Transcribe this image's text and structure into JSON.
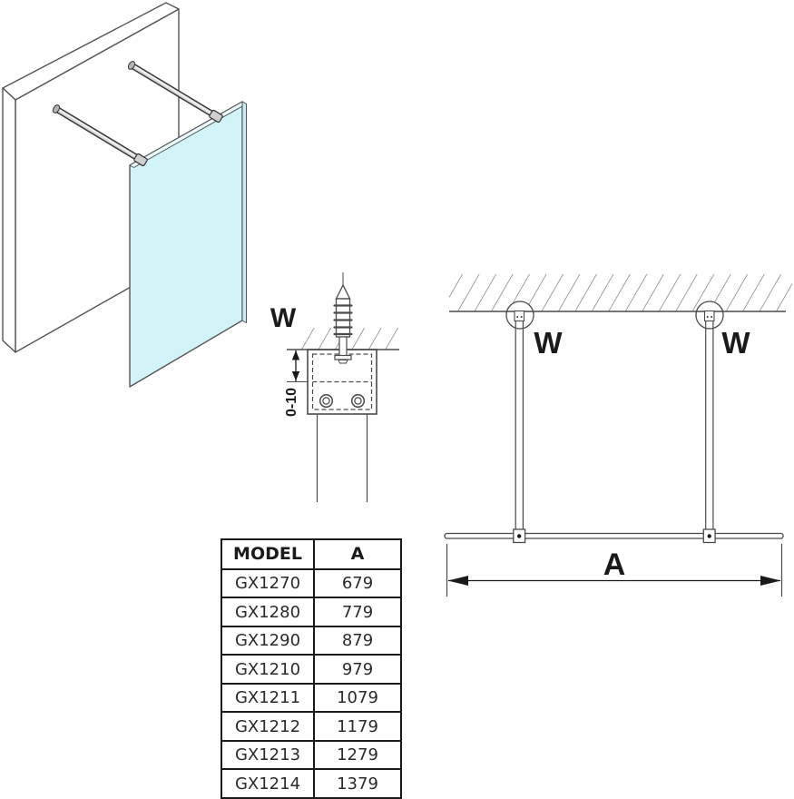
{
  "labels": {
    "detail_w": "W",
    "top_w_left": "W",
    "top_w_right": "W",
    "adjustment": "0-10",
    "dim_a": "A"
  },
  "colors": {
    "glass_fill": "#d2f4f9",
    "line": "#4a4a4a",
    "hatch": "#6e6e6e",
    "table_border": "#1a1a1a"
  },
  "table": {
    "headers": {
      "model": "MODEL",
      "a": "A"
    },
    "rows": [
      {
        "model": "GX1270",
        "a": "679"
      },
      {
        "model": "GX1280",
        "a": "779"
      },
      {
        "model": "GX1290",
        "a": "879"
      },
      {
        "model": "GX1210",
        "a": "979"
      },
      {
        "model": "GX1211",
        "a": "1079"
      },
      {
        "model": "GX1212",
        "a": "1179"
      },
      {
        "model": "GX1213",
        "a": "1279"
      },
      {
        "model": "GX1214",
        "a": "1379"
      }
    ]
  }
}
